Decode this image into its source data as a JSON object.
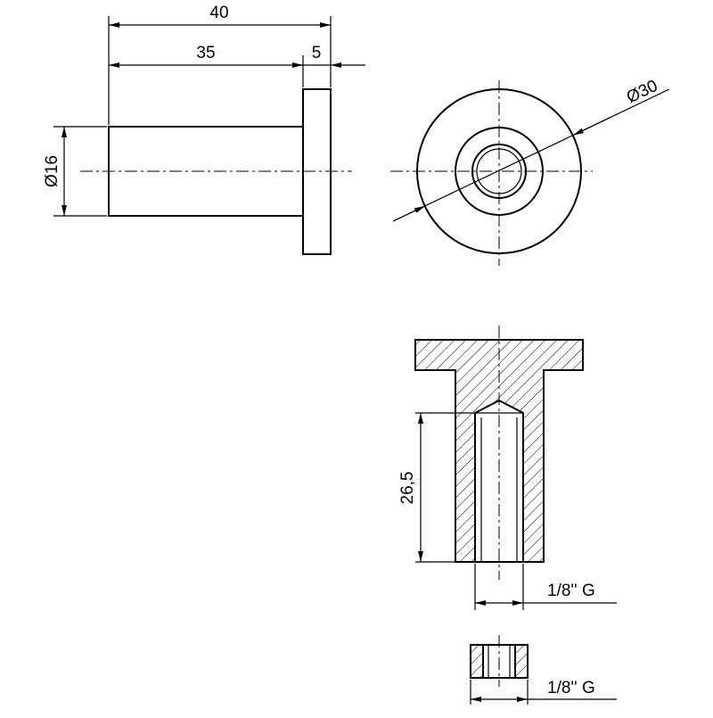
{
  "side_view": {
    "dim_overall_length": "40",
    "dim_body_length": "35",
    "dim_flange_thickness": "5",
    "dim_body_diameter": "Ø16"
  },
  "front_view": {
    "dim_flange_diameter": "Ø30"
  },
  "section_view": {
    "dim_bore_depth": "26,5",
    "dim_thread": "1/8'' G"
  },
  "insert_view": {
    "dim_thread": "1/8'' G"
  }
}
